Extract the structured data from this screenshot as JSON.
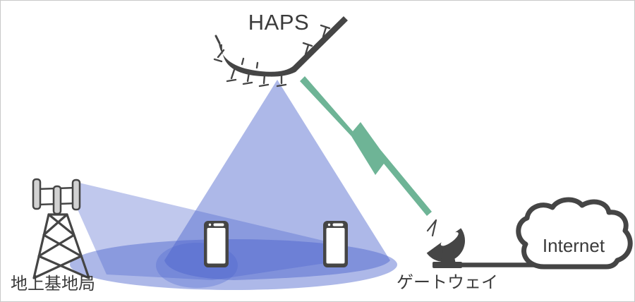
{
  "diagram": {
    "labels": {
      "haps": "HAPS",
      "ground_station": "地上基地局",
      "gateway": "ゲートウェイ",
      "internet": "Internet"
    },
    "icons": {
      "haps_aircraft": "solar-hale-uav-silhouette",
      "cell_tower": "lattice-cell-tower-with-antenna-panels",
      "smartphone": "smartphone-outline",
      "feeder_link": "lightning-bolt",
      "gateway_dish": "satellite-dish",
      "internet_cloud": "cloud-outline"
    },
    "colors": {
      "coverage_blue": "#4a62cc",
      "link_green": "#6eb496",
      "icon_dark": "#454545",
      "panel_gray": "#d2d2d2",
      "label_dark": "#3b3b3b",
      "frame_gray": "#c9c9c9"
    }
  }
}
